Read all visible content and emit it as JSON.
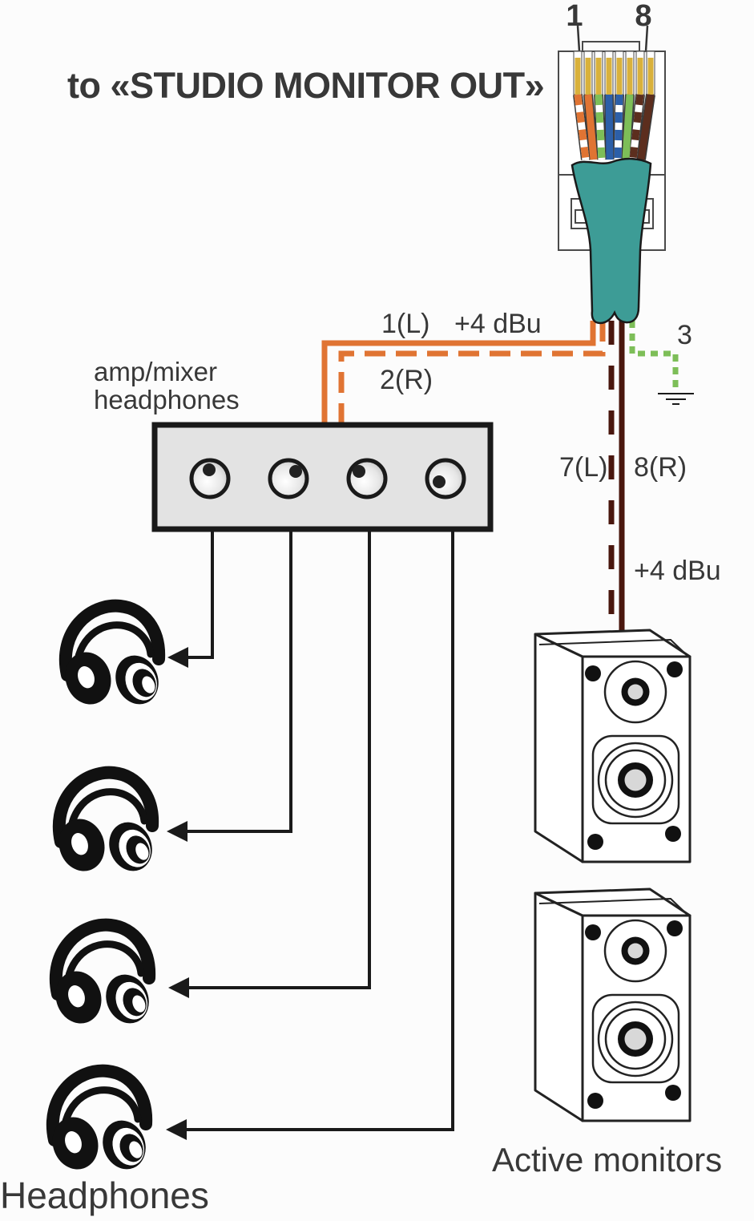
{
  "title": "to «STUDIO MONITOR OUT»",
  "rj45": {
    "pin_label_1": "1",
    "pin_label_8": "8"
  },
  "wiring": {
    "left_channel_label": "1(L)",
    "signal_level_top": "+4 dBu",
    "right_channel_label": "2(R)",
    "ground_pin_label": "3",
    "monitor_left_label": "7(L)",
    "monitor_right_label": "8(R)",
    "signal_level_bottom": "+4 dBu"
  },
  "amp": {
    "label_line1": "amp/mixer",
    "label_line2": "headphones"
  },
  "headphones": {
    "caption": "Headphones"
  },
  "monitors": {
    "caption": "Active monitors"
  },
  "colors": {
    "orange": "#E07433",
    "dark-red": "#4A170E",
    "green": "#7DBE58",
    "teal": "#3D9C96",
    "gold": "#D9B13B",
    "blue": "#2C5FA8",
    "brown": "#5C2E1E",
    "ink": "#1A1A1A",
    "text": "#383838"
  }
}
